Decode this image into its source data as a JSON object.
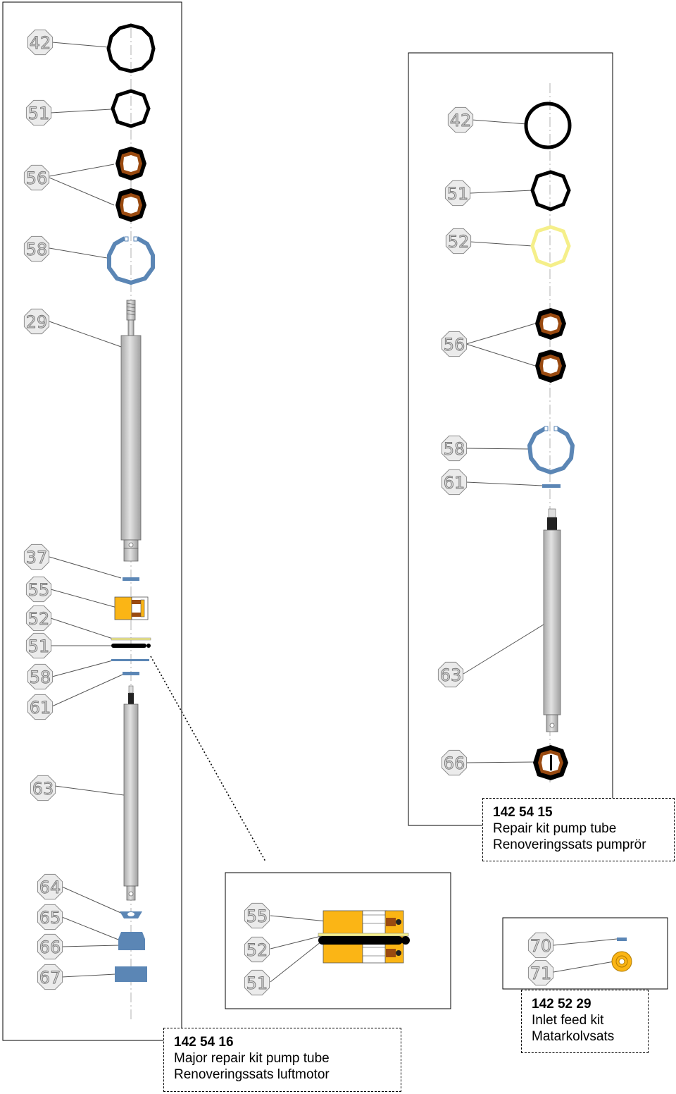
{
  "diagram": {
    "kits": [
      {
        "id": "major",
        "part_number": "142 54 16",
        "name_en": "Major repair kit pump tube",
        "name_sv": "Renoveringssats luftmotor"
      },
      {
        "id": "repair",
        "part_number": "142 54 15",
        "name_en": "Repair kit pump tube",
        "name_sv": "Renoveringssats pumprör"
      },
      {
        "id": "inlet",
        "part_number": "142 52 29",
        "name_en": "Inlet feed kit",
        "name_sv": "Matarkolvsats"
      }
    ],
    "left_callouts": [
      "42",
      "51",
      "56",
      "58",
      "29",
      "37",
      "55",
      "52",
      "51",
      "58",
      "61",
      "63",
      "64",
      "65",
      "66",
      "67"
    ],
    "right_callouts": [
      "42",
      "51",
      "52",
      "56",
      "58",
      "61",
      "63",
      "66"
    ],
    "detail_callouts": [
      "55",
      "52",
      "51"
    ],
    "inlet_callouts": [
      "70",
      "71"
    ],
    "colors": {
      "line": "#000000",
      "octagon_fill": "#ebebeb",
      "octagon_stroke": "#8a8a8a",
      "seal_black": "#000000",
      "seal_brown": "#9a4a10",
      "clip_blue": "#5b86b5",
      "ring_yellow": "#f5ef8a",
      "piston_orange": "#fbb515",
      "shaft_gray": "#c8c8c8"
    }
  }
}
